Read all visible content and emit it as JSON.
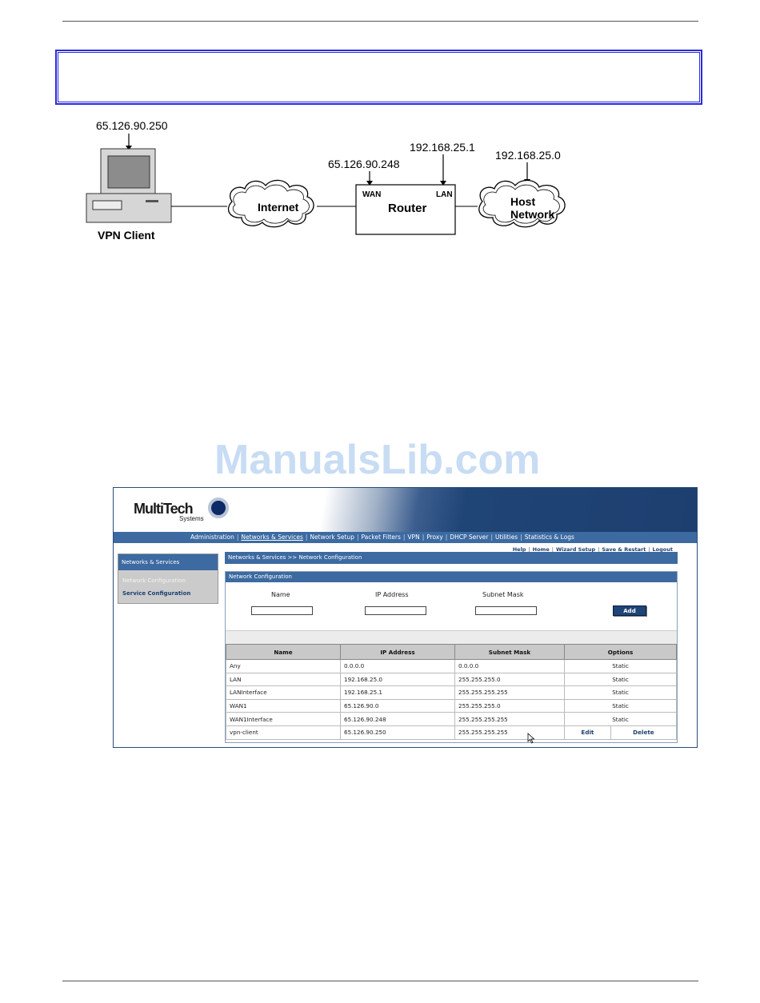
{
  "diagram": {
    "client_ip": "65.126.90.250",
    "client_label": "VPN Client",
    "internet_label": "Internet",
    "router_wan_ip": "65.126.90.248",
    "router_lan_ip": "192.168.25.1",
    "router_label": "Router",
    "wan_label": "WAN",
    "lan_label": "LAN",
    "host_ip": "192.168.25.0",
    "host_label_1": "Host",
    "host_label_2": "Network"
  },
  "watermark": "ManualsLib.com",
  "app": {
    "logo_main": "MultiTech",
    "logo_sub": "Systems",
    "nav": [
      "Administration",
      "Networks & Services",
      "Network Setup",
      "Packet Filters",
      "VPN",
      "Proxy",
      "DHCP Server",
      "Utilities",
      "Statistics & Logs"
    ],
    "nav_active": "Networks & Services",
    "toplinks": [
      "Help",
      "Home",
      "Wizard Setup",
      "Save & Restart",
      "Logout"
    ],
    "sidebar": {
      "title": "Networks & Services",
      "items": [
        "Network Configuration",
        "Service Configuration"
      ]
    },
    "breadcrumb": "Networks & Services  >>  Network Configuration",
    "panel_title": "Network Configuration",
    "form": {
      "name_label": "Name",
      "ip_label": "IP Address",
      "mask_label": "Subnet Mask",
      "name_value": "",
      "ip_value": "",
      "mask_value": "",
      "add_label": "Add"
    },
    "table": {
      "columns": [
        "Name",
        "IP Address",
        "Subnet Mask",
        "Options"
      ],
      "rows": [
        {
          "name": "Any",
          "ip": "0.0.0.0",
          "mask": "0.0.0.0",
          "option": "Static"
        },
        {
          "name": "LAN",
          "ip": "192.168.25.0",
          "mask": "255.255.255.0",
          "option": "Static"
        },
        {
          "name": "LANInterface",
          "ip": "192.168.25.1",
          "mask": "255.255.255.255",
          "option": "Static"
        },
        {
          "name": "WAN1",
          "ip": "65.126.90.0",
          "mask": "255.255.255.0",
          "option": "Static"
        },
        {
          "name": "WAN1Interface",
          "ip": "65.126.90.248",
          "mask": "255.255.255.255",
          "option": "Static"
        },
        {
          "name": "vpn-client",
          "ip": "65.126.90.250",
          "mask": "255.255.255.255",
          "edit": "Edit",
          "delete": "Delete"
        }
      ]
    }
  },
  "colors": {
    "nav_blue": "#3c6aa1",
    "dark_blue": "#1d3f70",
    "frame_blue": "#2a2ad8",
    "watermark": "#c8dcf4"
  }
}
